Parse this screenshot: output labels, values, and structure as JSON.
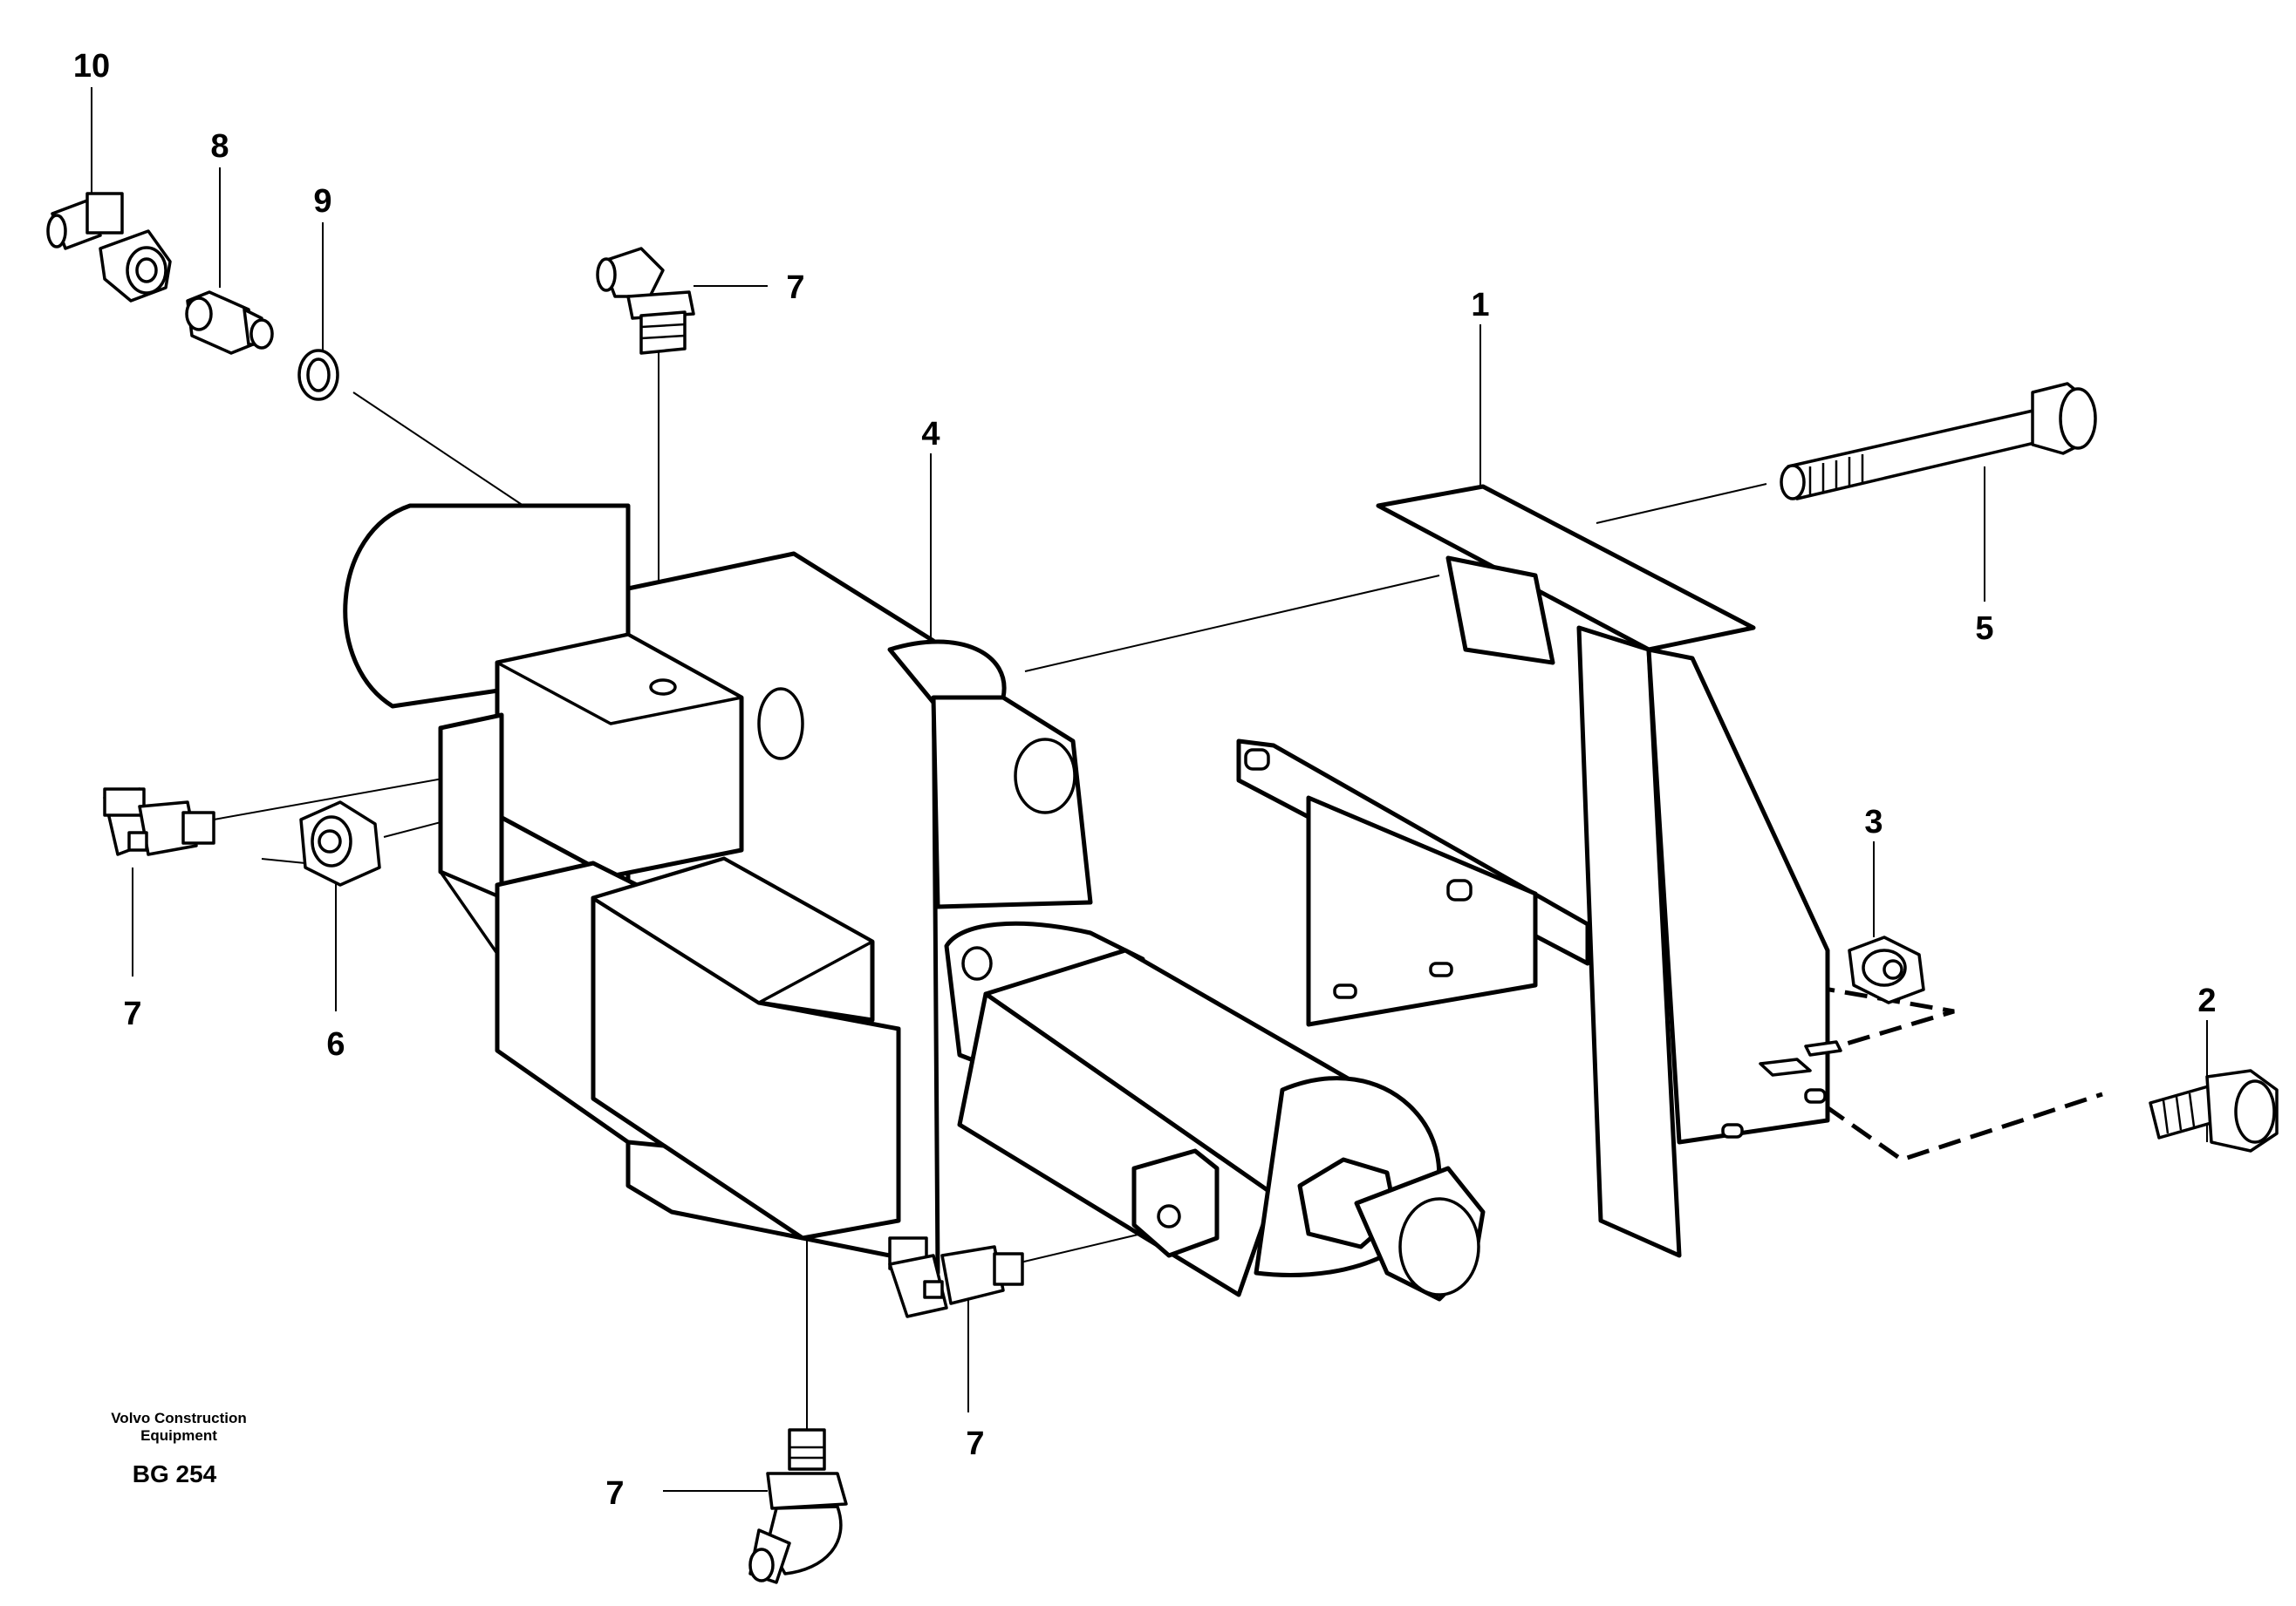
{
  "callouts": [
    {
      "id": "c10",
      "text": "10"
    },
    {
      "id": "c8",
      "text": "8"
    },
    {
      "id": "c9",
      "text": "9"
    },
    {
      "id": "c7a",
      "text": "7"
    },
    {
      "id": "c4",
      "text": "4"
    },
    {
      "id": "c1",
      "text": "1"
    },
    {
      "id": "c5",
      "text": "5"
    },
    {
      "id": "c3",
      "text": "3"
    },
    {
      "id": "c2",
      "text": "2"
    },
    {
      "id": "c7b",
      "text": "7"
    },
    {
      "id": "c6",
      "text": "6"
    },
    {
      "id": "c7c",
      "text": "7"
    },
    {
      "id": "c7d",
      "text": "7"
    }
  ],
  "brand": {
    "line1": "Volvo Construction",
    "line2": "Equipment"
  },
  "drawing_code": "BG 254"
}
